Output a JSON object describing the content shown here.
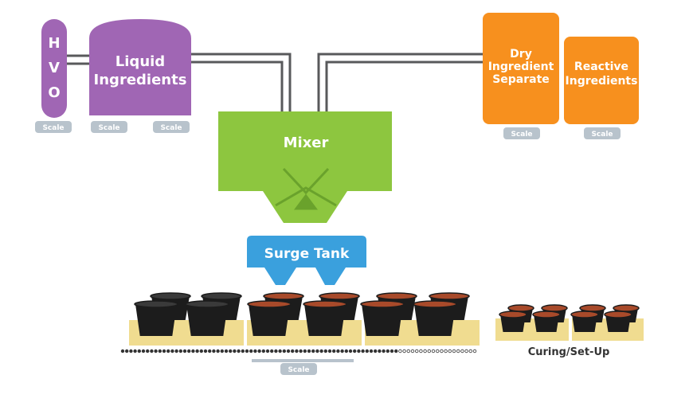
{
  "tanks": {
    "hvo": {
      "letters": [
        "H",
        "V",
        "O"
      ],
      "color": "#a066b4"
    },
    "liquid": {
      "line1": "Liquid",
      "line2": "Ingredients",
      "color": "#a066b4"
    },
    "dry": {
      "line1": "Dry",
      "line2": "Ingredient",
      "line3": "Separate",
      "color": "#f7901e"
    },
    "reactive": {
      "line1": "Reactive",
      "line2": "Ingredients",
      "color": "#f7901e"
    }
  },
  "scale_label": "Scale",
  "mixer": {
    "label": "Mixer",
    "color": "#8dc63f"
  },
  "surge_tank": {
    "label": "Surge Tank",
    "color": "#3aa0dd"
  },
  "curing": {
    "label": "Curing/Set-Up"
  },
  "colors": {
    "pipe": "#58595b",
    "pallet": "#f0dc90",
    "pot": "#1c1c1c",
    "soil": "#a84a2a",
    "scale": "#b8c3cc"
  }
}
